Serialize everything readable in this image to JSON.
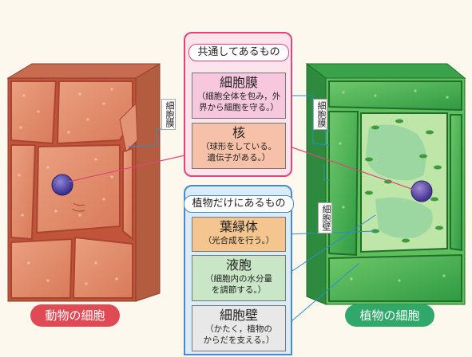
{
  "common": {
    "heading": "共通してあるもの",
    "membrane": {
      "title": "細胞膜",
      "desc1": "（細胞全体を包み，外",
      "desc2": "界から細胞を守る。）"
    },
    "nucleus": {
      "title": "核",
      "desc1": "（球形をしている。",
      "desc2": "遺伝子がある。）"
    }
  },
  "plant_only": {
    "heading": "植物だけにあるもの",
    "chloroplast": {
      "title": "葉緑体",
      "desc1": "（光合成を行う。）"
    },
    "vacuole": {
      "title": "液胞",
      "desc1": "（細胞内の水分量",
      "desc2": "を調節する。）"
    },
    "wall": {
      "title": "細胞壁",
      "desc1": "（かたく，植物の",
      "desc2": "からだを支える。）"
    }
  },
  "labels": {
    "animal_membrane": "細胞膜",
    "plant_membrane": "細胞膜",
    "plant_wall": "細胞壁"
  },
  "captions": {
    "animal": "動物の細胞",
    "plant": "植物の細胞"
  },
  "colors": {
    "common_panel": "#fce3ec",
    "common_border": "#e0457a",
    "membrane_box": "#f6c7dd",
    "nucleus_box": "#f6c1a8",
    "plant_panel": "#d9ecf8",
    "plant_border": "#4a8ac8",
    "chloroplast_box": "#f5c58f",
    "vacuole_box": "#c9e6c7",
    "wall_box": "#e8e8e8",
    "animal_caption": "#e04a55",
    "plant_caption": "#2fa86a"
  }
}
